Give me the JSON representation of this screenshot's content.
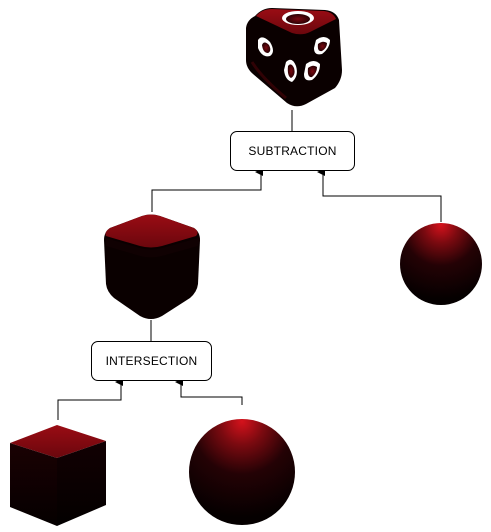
{
  "operations": {
    "subtraction": {
      "label": "SUBTRACTION"
    },
    "intersection": {
      "label": "INTERSECTION"
    }
  },
  "shapes": {
    "result": "hollowed-rounded-cube",
    "intersection_result": "rounded-cube",
    "subtraction_operand": "sphere",
    "intersection_operand_a": "cube",
    "intersection_operand_b": "sphere"
  },
  "colors": {
    "shape_top": "#8a0a12",
    "shape_body": "#0a0000",
    "highlight": "#c0101a",
    "connector": "#000000",
    "box_border": "#000000",
    "background": "#ffffff"
  }
}
